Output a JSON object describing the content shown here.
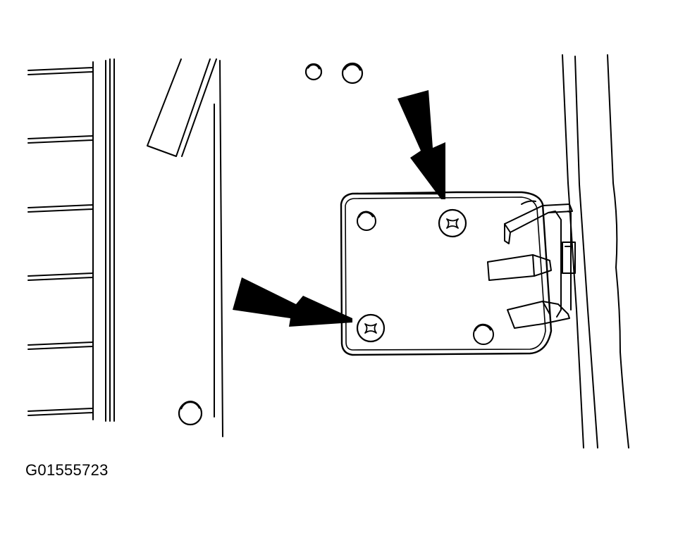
{
  "figure": {
    "id_label": "G01555723",
    "stroke_color": "#000000",
    "background_color": "#ffffff"
  },
  "callouts": [
    {
      "name": "upper-screw-arrow",
      "points_to": "upper-screw"
    },
    {
      "name": "lower-screw-arrow",
      "points_to": "lower-screw"
    }
  ]
}
